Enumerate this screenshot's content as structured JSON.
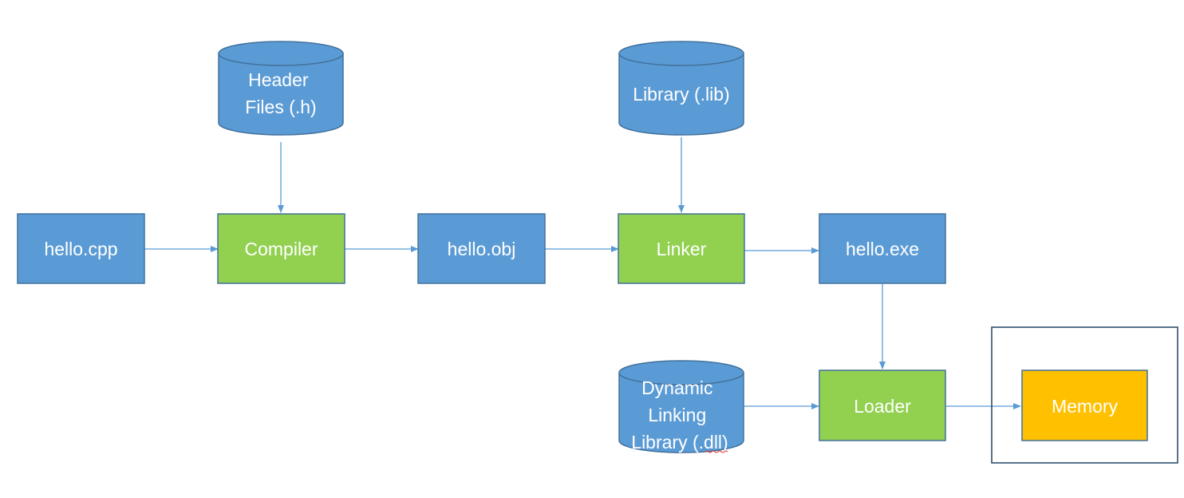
{
  "colors": {
    "blue_node": "#5b9bd5",
    "blue_stroke": "#41719c",
    "green_node": "#92d050",
    "green_stroke": "#41719c",
    "memory_node": "#ffc000",
    "memory_stroke": "#41719c",
    "arrow": "#5b9bd5",
    "frame": "#2f4f6f",
    "text": "#ffffff"
  },
  "nodes": {
    "hello_cpp": "hello.cpp",
    "compiler": "Compiler",
    "hello_obj": "hello.obj",
    "linker": "Linker",
    "hello_exe": "hello.exe",
    "loader": "Loader",
    "memory": "Memory",
    "header_files": [
      "Header",
      "Files (.h)"
    ],
    "library": "Library (.lib)",
    "dll": [
      "Dynamic",
      "Linking",
      "Library (.dll)"
    ]
  },
  "edges": [
    {
      "from": "hello.cpp",
      "to": "Compiler"
    },
    {
      "from": "Header Files (.h)",
      "to": "Compiler"
    },
    {
      "from": "Compiler",
      "to": "hello.obj"
    },
    {
      "from": "hello.obj",
      "to": "Linker"
    },
    {
      "from": "Library (.lib)",
      "to": "Linker"
    },
    {
      "from": "Linker",
      "to": "hello.exe"
    },
    {
      "from": "hello.exe",
      "to": "Loader"
    },
    {
      "from": "Dynamic Linking Library (.dll)",
      "to": "Loader"
    },
    {
      "from": "Loader",
      "to": "Memory"
    }
  ]
}
